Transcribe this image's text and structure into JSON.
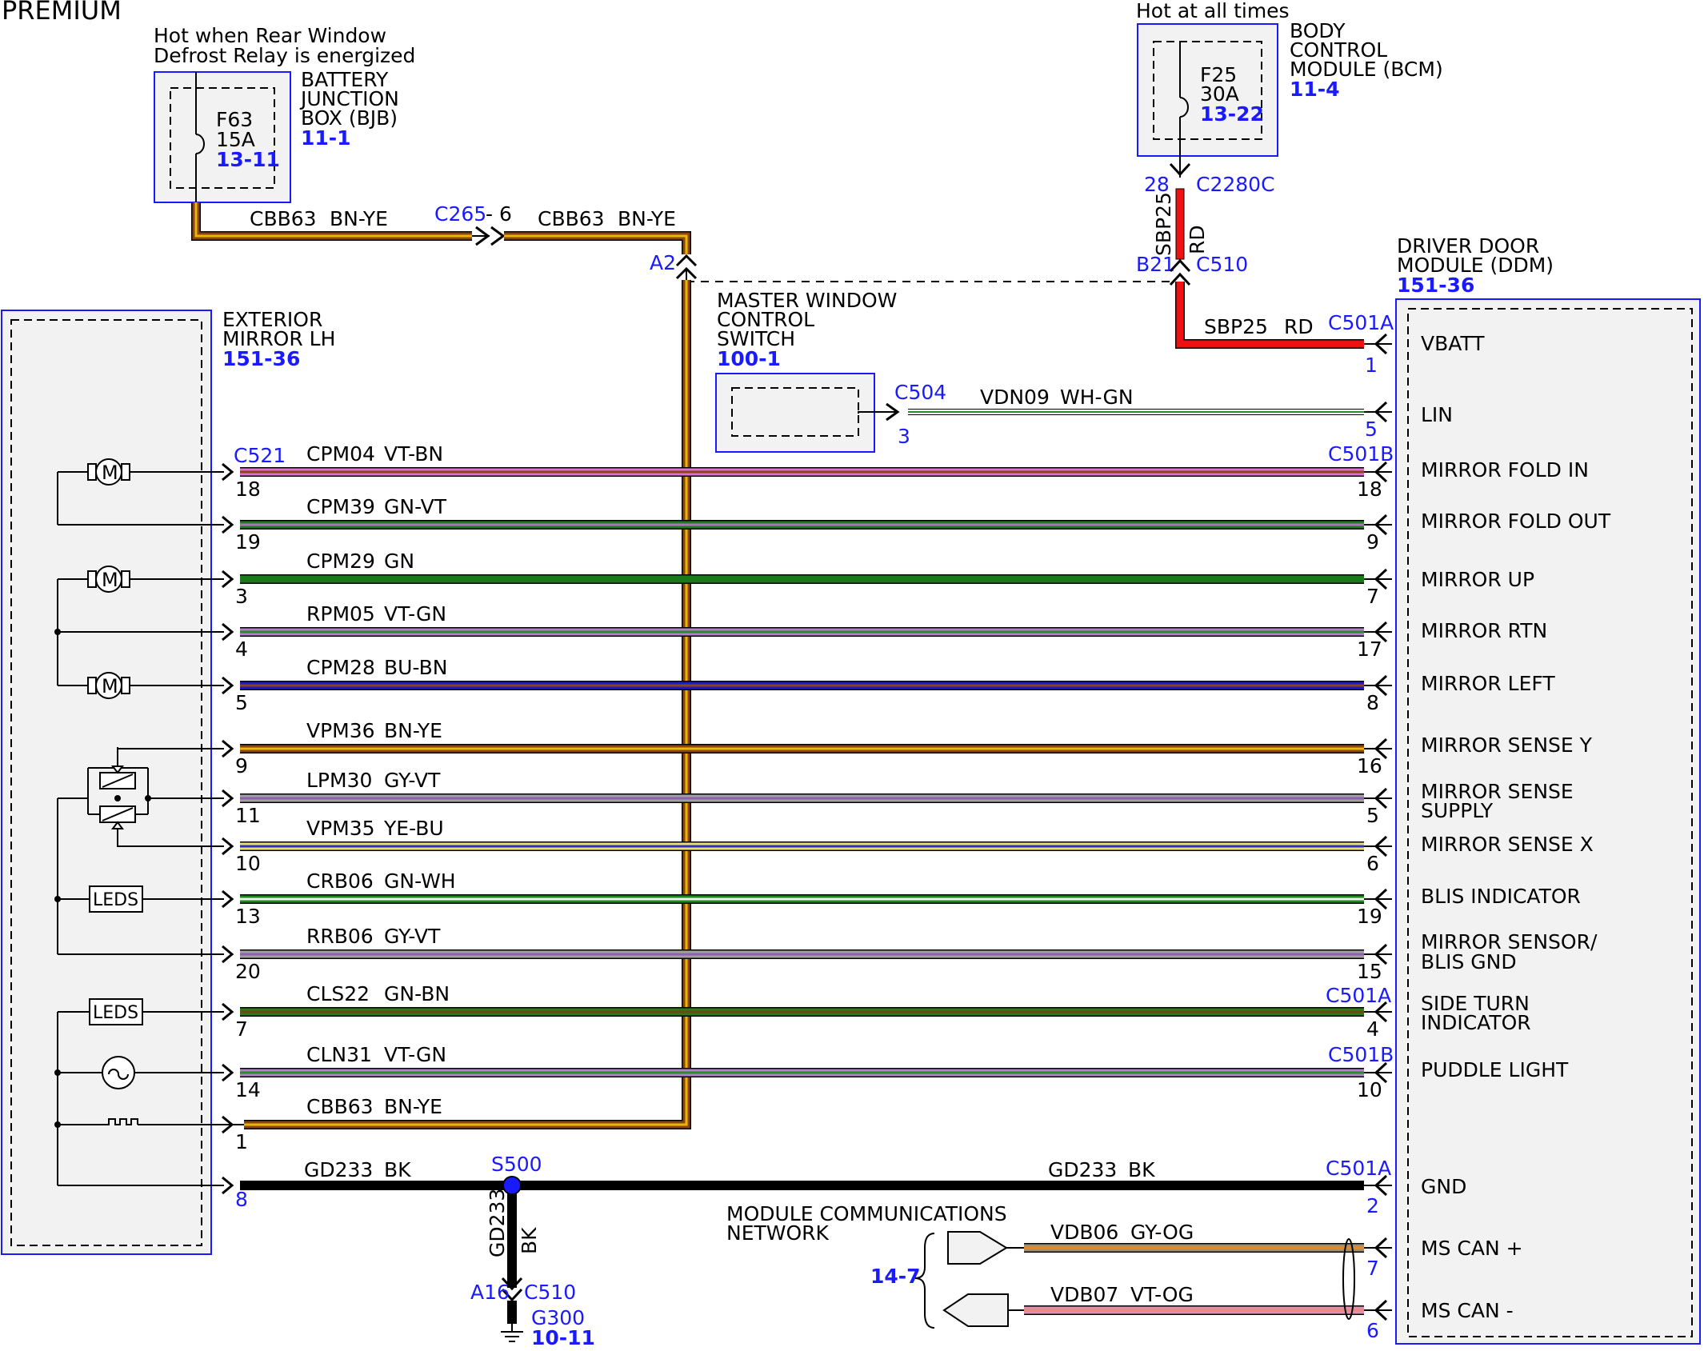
{
  "title": "PREMIUM",
  "bjb": {
    "note1": "Hot when Rear Window",
    "note2": "Defrost Relay is energized",
    "name1": "BATTERY",
    "name2": "JUNCTION",
    "name3": "BOX (BJB)",
    "ref": "11-1",
    "fuse": "F63",
    "amp": "15A",
    "fuse_ref": "13-11"
  },
  "bcm": {
    "note": "Hot at all times",
    "name1": "BODY",
    "name2": "CONTROL",
    "name3": "MODULE (BCM)",
    "ref": "11-4",
    "fuse": "F25",
    "amp": "30A",
    "fuse_ref": "13-22",
    "pin": "28",
    "connector": "C2280C"
  },
  "feed": {
    "circuit1": "CBB63",
    "color1": "BN-YE",
    "connector": "C265",
    "dash": "-",
    "pin": "6",
    "circuit2": "CBB63",
    "color2": "BN-YE",
    "a2": "A2"
  },
  "sbp": {
    "vcircuit": "SBP25",
    "vcolor": "RD",
    "pin": "B21",
    "connector": "C510",
    "circuit": "SBP25",
    "color": "RD"
  },
  "mwcs": {
    "name1": "MASTER WINDOW",
    "name2": "CONTROL",
    "name3": "SWITCH",
    "ref": "100-1",
    "connector": "C504",
    "pin": "3",
    "circuit": "VDN09",
    "color": "WH-GN"
  },
  "mirror": {
    "name1": "EXTERIOR",
    "name2": "MIRROR LH",
    "ref": "151-36",
    "connector": "C521",
    "motor": "M",
    "leds1": "LEDS",
    "leds2": "LEDS"
  },
  "ddm": {
    "name1": "DRIVER DOOR",
    "name2": "MODULE (DDM)",
    "ref": "151-36",
    "conn_a": "C501A",
    "conn_b": "C501B"
  },
  "lin": {
    "pin": "5",
    "label": "LIN"
  },
  "vbatt": {
    "pin": "1",
    "label": "VBATT"
  },
  "wires": [
    {
      "circuit": "CPM04",
      "color": "VT-BN",
      "lpin": "18",
      "rpin": "18",
      "func": "MIRROR FOLD IN",
      "func2": ""
    },
    {
      "circuit": "CPM39",
      "color": "GN-VT",
      "lpin": "19",
      "rpin": "9",
      "func": "MIRROR FOLD OUT",
      "func2": ""
    },
    {
      "circuit": "CPM29",
      "color": "GN",
      "lpin": "3",
      "rpin": "7",
      "func": "MIRROR UP",
      "func2": ""
    },
    {
      "circuit": "RPM05",
      "color": "VT-GN",
      "lpin": "4",
      "rpin": "17",
      "func": "MIRROR RTN",
      "func2": ""
    },
    {
      "circuit": "CPM28",
      "color": "BU-BN",
      "lpin": "5",
      "rpin": "8",
      "func": "MIRROR LEFT",
      "func2": ""
    },
    {
      "circuit": "VPM36",
      "color": "BN-YE",
      "lpin": "9",
      "rpin": "16",
      "func": "MIRROR SENSE Y",
      "func2": ""
    },
    {
      "circuit": "LPM30",
      "color": "GY-VT",
      "lpin": "11",
      "rpin": "5",
      "func": "MIRROR SENSE",
      "func2": "SUPPLY"
    },
    {
      "circuit": "VPM35",
      "color": "YE-BU",
      "lpin": "10",
      "rpin": "6",
      "func": "MIRROR SENSE X",
      "func2": ""
    },
    {
      "circuit": "CRB06",
      "color": "GN-WH",
      "lpin": "13",
      "rpin": "19",
      "func": "BLIS INDICATOR",
      "func2": ""
    },
    {
      "circuit": "RRB06",
      "color": "GY-VT",
      "lpin": "20",
      "rpin": "15",
      "func": "MIRROR SENSOR/",
      "func2": "BLIS GND"
    },
    {
      "circuit": "CLS22",
      "color": "GN-BN",
      "lpin": "7",
      "rpin": "4",
      "func": "SIDE TURN",
      "func2": "INDICATOR"
    },
    {
      "circuit": "CLN31",
      "color": "VT-GN",
      "lpin": "14",
      "rpin": "10",
      "func": "PUDDLE LIGHT",
      "func2": ""
    },
    {
      "circuit": "CBB63",
      "color": "BN-YE",
      "lpin": "1"
    }
  ],
  "gnd": {
    "circuit": "GD233",
    "color": "BK",
    "lpin": "8",
    "splice": "S500",
    "circuit_r": "GD233",
    "color_r": "BK",
    "rpin": "2",
    "connector": "C501A",
    "func": "GND",
    "vcircuit": "GD233",
    "vcolor": "BK",
    "pin_down": "A16",
    "conn_down": "C510",
    "ground": "G300",
    "ground_ref": "10-11"
  },
  "can": {
    "title1": "MODULE COMMUNICATIONS",
    "title2": "NETWORK",
    "ref": "14-7",
    "plus_circuit": "VDB06",
    "plus_color": "GY-OG",
    "plus_pin": "7",
    "plus_func": "MS CAN +",
    "minus_circuit": "VDB07",
    "minus_color": "VT-OG",
    "minus_pin": "6",
    "minus_func": "MS CAN -"
  },
  "colors": {
    "BN-YE": [
      "#8b4513",
      "#e8b800"
    ],
    "VT-BN": [
      "#e070d0",
      "#8b4513"
    ],
    "GN-VT": [
      "#1f7a1f",
      "#b070c0"
    ],
    "GN": [
      "#1a7a1a",
      "#1a7a1a"
    ],
    "VT-GN": [
      "#b080c8",
      "#2a8a2a"
    ],
    "BU-BN": [
      "#1a1ad0",
      "#8b4513"
    ],
    "GY-VT": [
      "#a0a0a0",
      "#9060b0"
    ],
    "YE-BU": [
      "#e8e070",
      "#3030c0"
    ],
    "GN-WH": [
      "#1a8a1a",
      "#f0f0f0"
    ],
    "GN-BN": [
      "#2a7a1a",
      "#6b4a13"
    ],
    "RD": [
      "#ee1111",
      "#ee1111"
    ],
    "WH-GN": [
      "#ffffff",
      "#2a8a2a"
    ],
    "GY-OG": [
      "#a09070",
      "#e88a20"
    ],
    "VT-OG": [
      "#e090b0",
      "#e88a80"
    ],
    "BK": [
      "#000000",
      "#000000"
    ]
  }
}
